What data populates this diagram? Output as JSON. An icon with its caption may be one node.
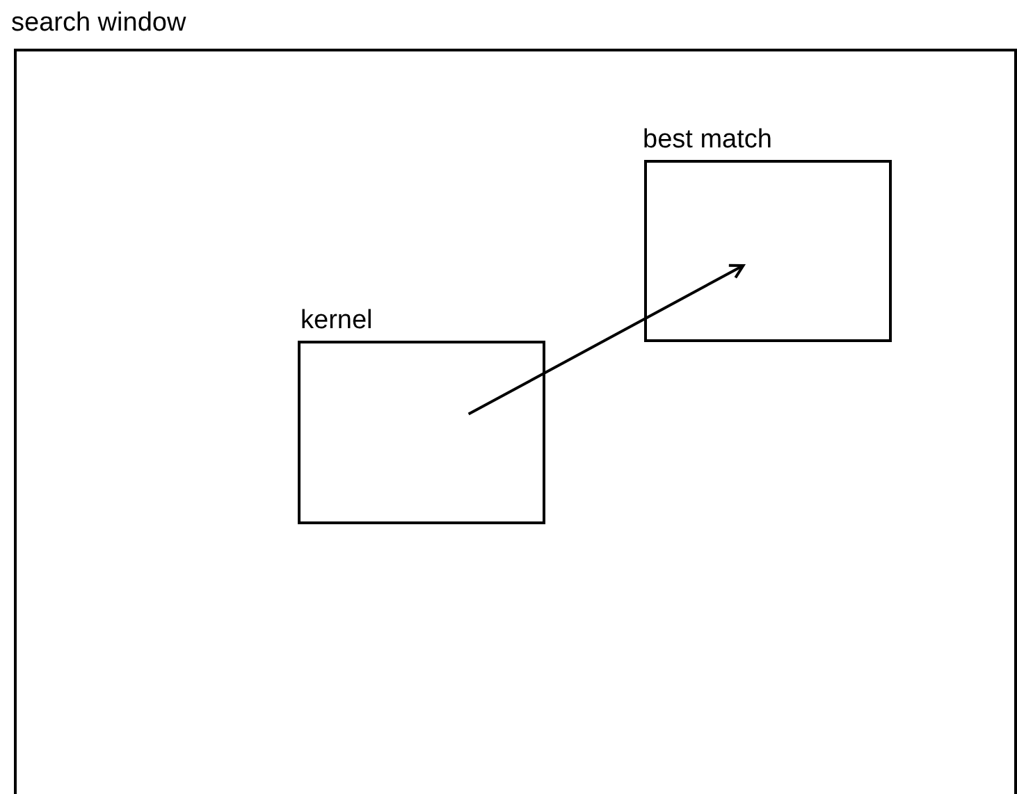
{
  "diagram": {
    "nodes": [
      {
        "text": [
          "search window"
        ]
      },
      {
        "text": [
          "kernel"
        ],
        "in": 0
      },
      {
        "text": [
          "best match"
        ],
        "in": 0
      }
    ],
    "edges": [
      {
        "from": 1,
        "to": 2,
        "arrow": "to"
      }
    ]
  }
}
